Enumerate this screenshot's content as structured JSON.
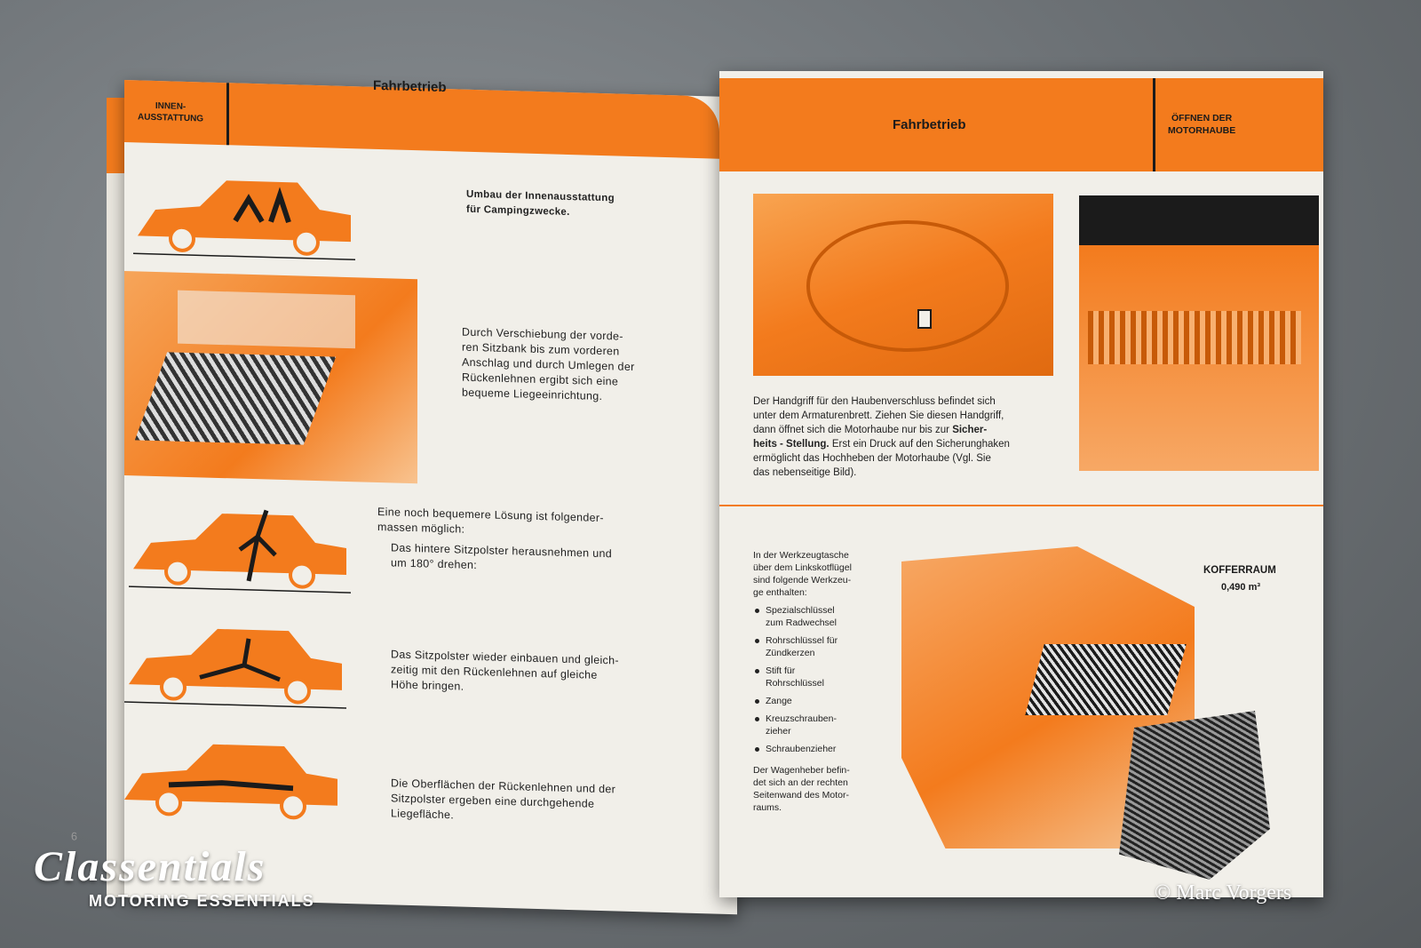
{
  "left_page": {
    "section_tab": "INNEN-\nAUSSTATTUNG",
    "header": "Fahrbetrieb",
    "heading_camping": "Umbau der Innenausstattung\nfür Campingzwecke.",
    "para_sliding": "Durch Verschiebung der vorde-\nren Sitzbank bis zum vorderen\nAnschlag und durch Umlegen der\nRückenlehnen ergibt sich eine\nbequeme Liegeeinrichtung.",
    "para_better": "Eine noch bequemere Lösung ist folgender-\nmassen möglich:",
    "step_1": "Das hintere Sitzpolster herausnehmen und\num 180° drehen:",
    "step_2": "Das Sitzpolster wieder einbauen und gleich-\nzeitig mit den Rückenlehnen auf gleiche\nHöhe bringen.",
    "step_3": "Die Oberflächen der Rückenlehnen und der\nSitzpolster ergeben eine durchgehende\nLiegefläche.",
    "page_number": "6"
  },
  "right_page": {
    "header": "Fahrbetrieb",
    "section_tab": "ÖFFNEN DER\nMOTORHAUBE",
    "para_handle_1": "Der Handgriff für den Haubenverschluss befindet sich\nunter dem Armaturenbrett. Ziehen Sie diesen Handgriff,\ndann öffnet sich die Motorhaube nur bis zur ",
    "para_handle_bold": "Sicher-\nheits - Stellung.",
    "para_handle_2": " Erst ein Druck auf den Sicherunghaken\nermöglicht das Hochheben der Motorhaube (Vgl. Sie\ndas nebenseitige Bild).",
    "tools_intro": "In der Werkzeugtasche\nüber dem Linkskotflügel\nsind folgende Werkzeu-\nge enthalten:",
    "tools": [
      "Spezialschlüssel\nzum Radwechsel",
      "Rohrschlüssel für\nZündkerzen",
      "Stift für\nRohrschlüssel",
      "Zange",
      "Kreuzschrauben-\nzieher",
      "Schraubenzieher"
    ],
    "jack_note": "Der Wagenheber befin-\ndet sich an der rechten\nSeitenwand des Motor-\nraums.",
    "trunk_label": "KOFFERRAUM",
    "trunk_volume": "0,490 m³"
  },
  "watermark": {
    "logo": "Classentials",
    "tagline": "MOTORING ESSENTIALS",
    "credit": "© Marc Vorgers"
  },
  "colors": {
    "accent": "#f37b1d",
    "paper": "#f1efe9",
    "ink": "#1b1b1b"
  }
}
